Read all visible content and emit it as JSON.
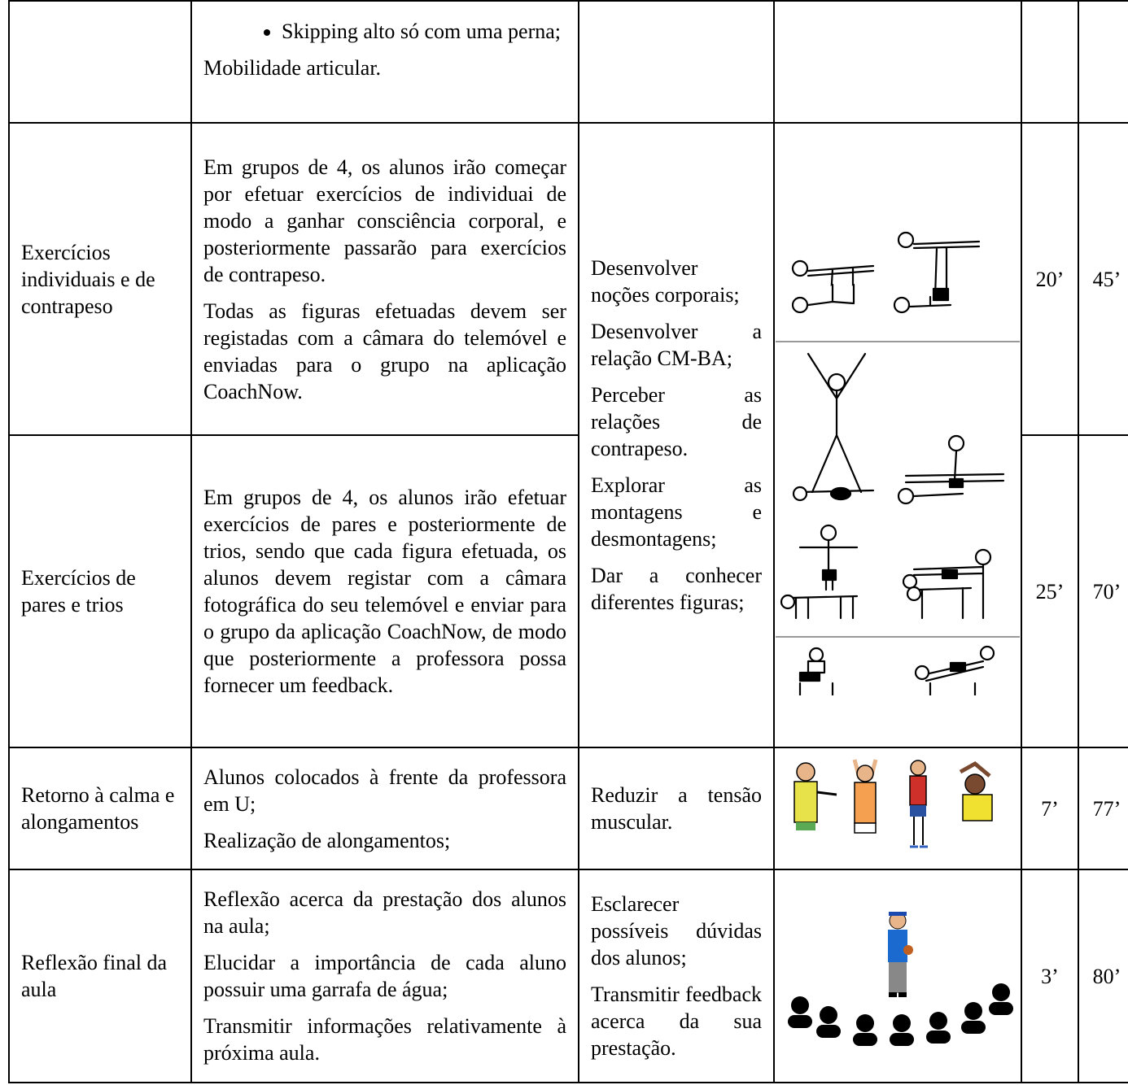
{
  "rows": {
    "r0": {
      "bullet": "Skipping alto só com uma perna;",
      "text": "Mobilidade articular."
    },
    "r1": {
      "name": "Exercícios individuais e de contrapeso",
      "desc1": "Em grupos de 4, os alunos irão começar por efetuar exercícios de individuai de modo a ganhar consciência corporal, e posteriormente passarão para exercícios de contrapeso.",
      "desc2": "Todas as figuras efetuadas devem ser registadas com a câmara do telemóvel e enviadas para o grupo na aplicação CoachNow.",
      "time": "20’",
      "total": "45’"
    },
    "objectives_shared": [
      "Desenvolver noções corporais;",
      "Desenvolver a relação CM-BA;",
      "Perceber as relações de contrapeso.",
      "Explorar as montagens e desmontagens;",
      "Dar a conhecer diferentes figuras;"
    ],
    "r2": {
      "name": "Exercícios de pares e trios",
      "desc": "Em grupos de 4, os alunos irão efetuar exercícios de pares e posteriormente de trios, sendo que cada figura efetuada, os alunos devem registar com a câmara fotográfica do seu telemóvel e enviar para o grupo da aplicação CoachNow, de modo que posteriormente a professora possa fornecer um feedback.",
      "time": "25’",
      "total": "70’"
    },
    "r3": {
      "name": "Retorno à calma e alongamentos",
      "desc1": "Alunos colocados à frente da professora em U;",
      "desc2": "Realização de alongamentos;",
      "objective": "Reduzir a tensão muscular.",
      "time": "7’",
      "total": "77’"
    },
    "r4": {
      "name": "Reflexão final da aula",
      "desc1": "Reflexão acerca da prestação dos alunos na aula;",
      "desc2": "Elucidar a importância de cada aluno possuir uma garrafa de água;",
      "desc3": "Transmitir informações relativamente à próxima aula.",
      "obj1": "Esclarecer possíveis dúvidas dos alunos;",
      "obj2": "Transmitir feedback acerca da sua prestação.",
      "time": "3’",
      "total": "80’"
    }
  }
}
